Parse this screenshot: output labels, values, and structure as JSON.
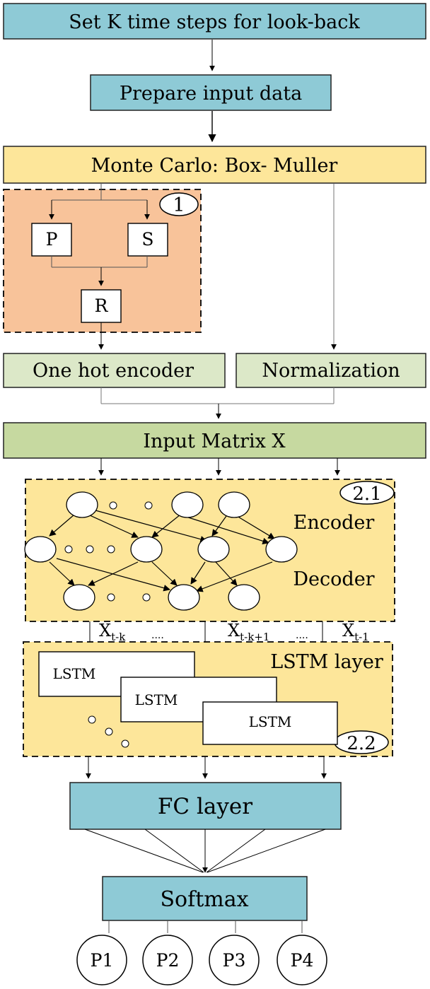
{
  "steps": {
    "set_k": "Set K time steps for look-back",
    "prepare": "Prepare input data",
    "monte_carlo": "Monte Carlo: Box- Muller",
    "one_hot": "One hot encoder",
    "normalization": "Normalization",
    "input_matrix": "Input Matrix X",
    "fc_layer": "FC layer",
    "softmax": "Softmax"
  },
  "region1": {
    "badge": "1",
    "nodes": {
      "p": "P",
      "s": "S",
      "r": "R"
    }
  },
  "autoencoder": {
    "badge": "2.1",
    "encoder_label": "Encoder",
    "decoder_label": "Decoder"
  },
  "lstm_layer": {
    "badge": "2.2",
    "label": "LSTM layer",
    "cells": [
      "LSTM",
      "LSTM",
      "LSTM"
    ],
    "inputs": {
      "first": {
        "base": "X",
        "sub": "t-k"
      },
      "second": {
        "base": "X",
        "sub": "t-k+1"
      },
      "third": {
        "base": "X",
        "sub": "t-1"
      },
      "ellipsis": "...."
    }
  },
  "outputs": [
    "P1",
    "P2",
    "P3",
    "P4"
  ],
  "colors": {
    "teal": "#8ecad6",
    "yellow": "#fde69a",
    "orange": "#f8c39a",
    "lightgreen": "#dce8c8",
    "green": "#c6d9a0",
    "region_yellow": "#fde69a"
  }
}
